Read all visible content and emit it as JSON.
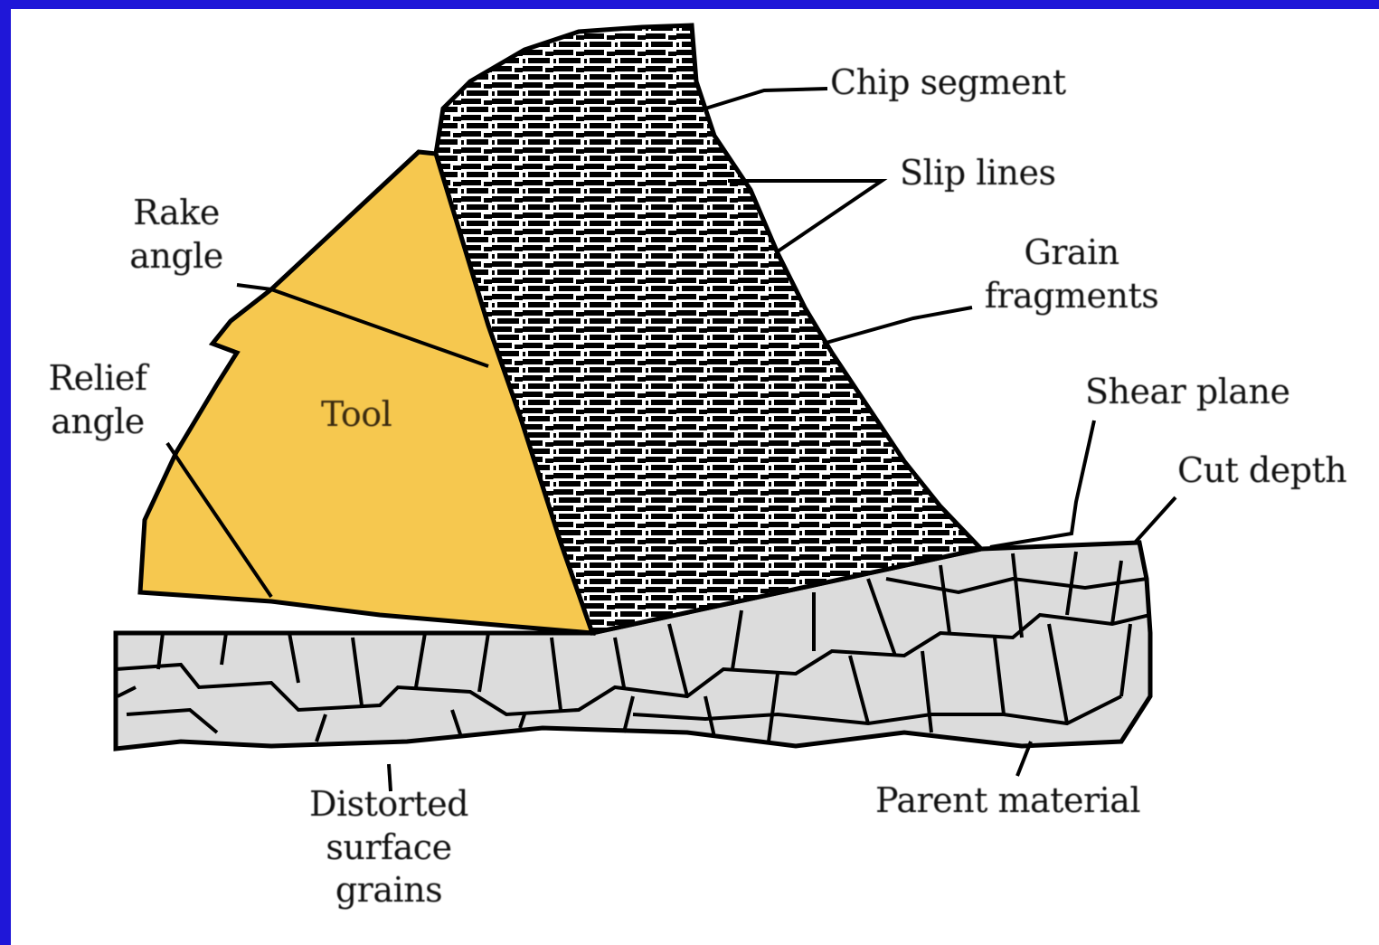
{
  "colors": {
    "frame": "#1f17d8",
    "tool_fill": "#f6c84f",
    "parent_fill": "#dcdcdc",
    "chip_fill": "#ffffff",
    "ink": "#000000"
  },
  "labels": {
    "chip_segment": "Chip segment",
    "slip_lines": "Slip lines",
    "grain_fragments_1": "Grain",
    "grain_fragments_2": "fragments",
    "rake_angle_1": "Rake",
    "rake_angle_2": "angle",
    "relief_angle_1": "Relief",
    "relief_angle_2": "angle",
    "tool": "Tool",
    "shear_plane": "Shear plane",
    "cut_depth": "Cut depth",
    "distorted_1": "Distorted",
    "distorted_2": "surface",
    "distorted_3": "grains",
    "parent_material": "Parent material"
  }
}
